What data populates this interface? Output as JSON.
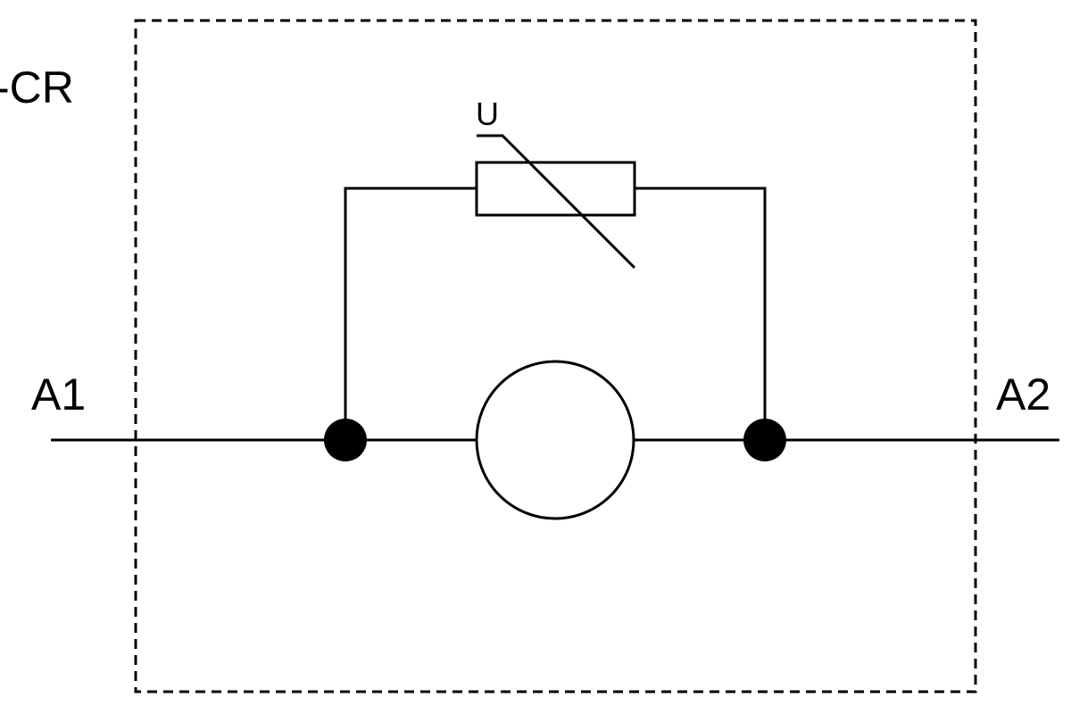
{
  "diagram": {
    "type": "electrical-schematic",
    "device_label": "-CR",
    "terminals": {
      "left": "A1",
      "right": "A2"
    },
    "varistor": {
      "label": "U",
      "component": "voltage-dependent-resistor"
    },
    "coil": {
      "component": "relay-coil"
    },
    "enclosure": {
      "style": "dashed"
    },
    "colors": {
      "stroke": "#000000",
      "background": "#ffffff"
    }
  }
}
